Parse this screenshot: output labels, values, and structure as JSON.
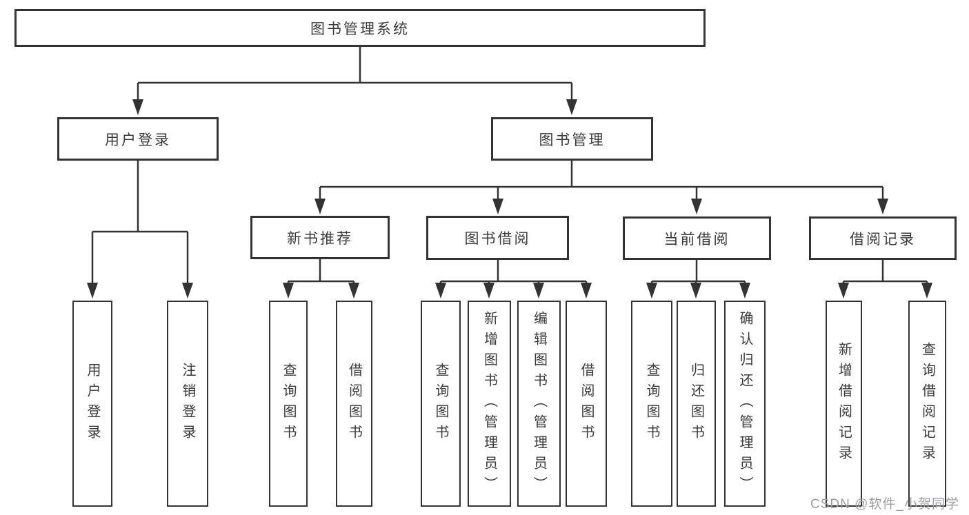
{
  "diagram": {
    "root": {
      "label": "图书管理系统"
    },
    "level2": [
      {
        "label": "用户登录"
      },
      {
        "label": "图书管理"
      }
    ],
    "level3": [
      {
        "label": "新书推荐"
      },
      {
        "label": "图书借阅"
      },
      {
        "label": "当前借阅"
      },
      {
        "label": "借阅记录"
      }
    ],
    "leaves": {
      "user_login": [
        "用户登录",
        "注销登录"
      ],
      "new_book_recommend": [
        "查询图书",
        "借阅图书"
      ],
      "book_borrow": [
        "查询图书",
        "新增图书（管理员）",
        "编辑图书（管理员）",
        "借阅图书"
      ],
      "current_borrow": [
        "查询图书",
        "归还图书",
        "确认归还（管理员）"
      ],
      "borrow_records": [
        "新增借阅记录",
        "查询借阅记录"
      ]
    }
  },
  "watermark": {
    "text": "CSDN @软件_小贺同学"
  },
  "colors": {
    "line": "#333333",
    "text": "#3a3a3a",
    "watermark": "#9c9ca2",
    "background": "#ffffff"
  }
}
